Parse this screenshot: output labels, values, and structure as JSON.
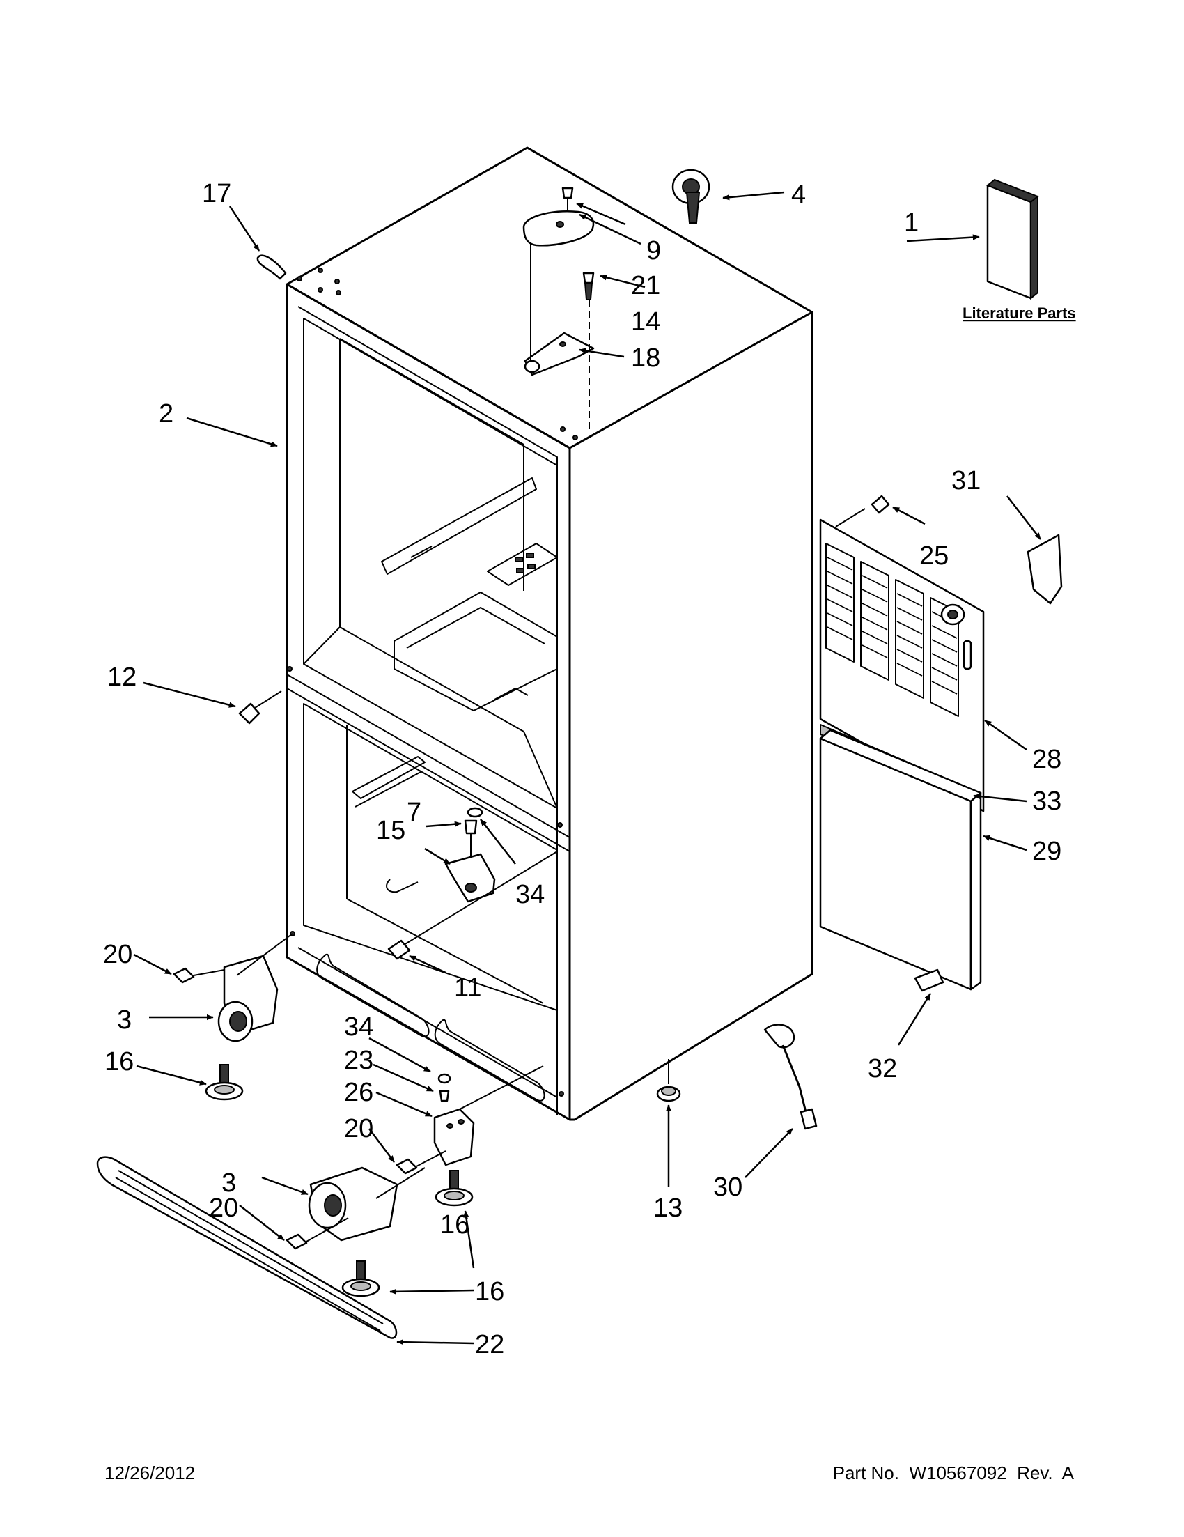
{
  "literature_label": "Literature Parts",
  "footer": {
    "date": "12/26/2012",
    "part_number": "Part No.  W10567092  Rev.  A"
  },
  "callouts": [
    {
      "id": "c1",
      "label": "1"
    },
    {
      "id": "c2",
      "label": "2"
    },
    {
      "id": "c3a",
      "label": "3"
    },
    {
      "id": "c3b",
      "label": "3"
    },
    {
      "id": "c4",
      "label": "4"
    },
    {
      "id": "c7",
      "label": "7"
    },
    {
      "id": "c9",
      "label": "9"
    },
    {
      "id": "c11",
      "label": "11"
    },
    {
      "id": "c12",
      "label": "12"
    },
    {
      "id": "c13",
      "label": "13"
    },
    {
      "id": "c14",
      "label": "14"
    },
    {
      "id": "c15",
      "label": "15"
    },
    {
      "id": "c16a",
      "label": "16"
    },
    {
      "id": "c16b",
      "label": "16"
    },
    {
      "id": "c16c",
      "label": "16"
    },
    {
      "id": "c17",
      "label": "17"
    },
    {
      "id": "c18",
      "label": "18"
    },
    {
      "id": "c20a",
      "label": "20"
    },
    {
      "id": "c20b",
      "label": "20"
    },
    {
      "id": "c20c",
      "label": "20"
    },
    {
      "id": "c21",
      "label": "21"
    },
    {
      "id": "c22",
      "label": "22"
    },
    {
      "id": "c23",
      "label": "23"
    },
    {
      "id": "c25",
      "label": "25"
    },
    {
      "id": "c26",
      "label": "26"
    },
    {
      "id": "c28",
      "label": "28"
    },
    {
      "id": "c29",
      "label": "29"
    },
    {
      "id": "c30",
      "label": "30"
    },
    {
      "id": "c31",
      "label": "31"
    },
    {
      "id": "c32",
      "label": "32"
    },
    {
      "id": "c33",
      "label": "33"
    },
    {
      "id": "c34a",
      "label": "34"
    },
    {
      "id": "c34b",
      "label": "34"
    }
  ]
}
